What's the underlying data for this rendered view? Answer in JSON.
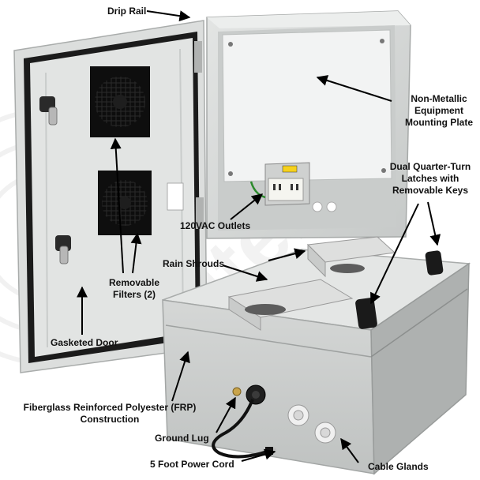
{
  "labels": {
    "drip_rail": "Drip Rail",
    "mounting_plate": [
      "Non-Metallic",
      "Equipment",
      "Mounting Plate"
    ],
    "latches": [
      "Dual Quarter-Turn",
      "Latches with",
      "Removable Keys"
    ],
    "outlets": "120VAC Outlets",
    "rain_shrouds": "Rain Shrouds",
    "filters": [
      "Removable",
      "Filters (2)"
    ],
    "gasketed_door": "Gasketed Door",
    "frp": [
      "Fiberglass Reinforced Polyester (FRP)",
      "Construction"
    ],
    "ground_lug": "Ground Lug",
    "power_cord": "5 Foot Power Cord",
    "cable_glands": "Cable Glands"
  },
  "watermark": "Altelix",
  "colors": {
    "enclosure_gray": "#d7d9d8",
    "enclosure_shadow": "#b9bcbb",
    "plate_white": "#f1f2f2",
    "gasket_black": "#1a1a1a",
    "fan_black": "#111111",
    "arrow_black": "#000000"
  }
}
